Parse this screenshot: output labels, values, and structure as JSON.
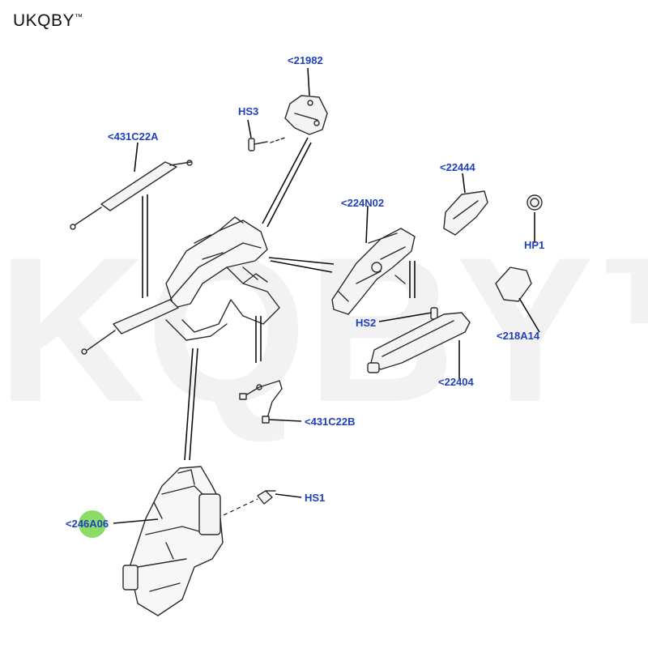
{
  "brand": {
    "name": "UKQBY",
    "mark": "™"
  },
  "watermark": "UKQBY™",
  "diagram": {
    "callouts": {
      "c21982": "<21982",
      "hs3": "HS3",
      "c431c22a": "<431C22A",
      "c22444": "<22444",
      "c224n02": "<224N02",
      "hp1": "HP1",
      "hs2": "HS2",
      "c218a14": "<218A14",
      "c22404": "<22404",
      "c431c22b": "<431C22B",
      "hs1": "HS1",
      "c246a06": "<246A06"
    },
    "colors": {
      "label": "#1f3fbf",
      "line": "#111111",
      "part": "#2b2b2b",
      "highlight": "#7ed957"
    }
  }
}
